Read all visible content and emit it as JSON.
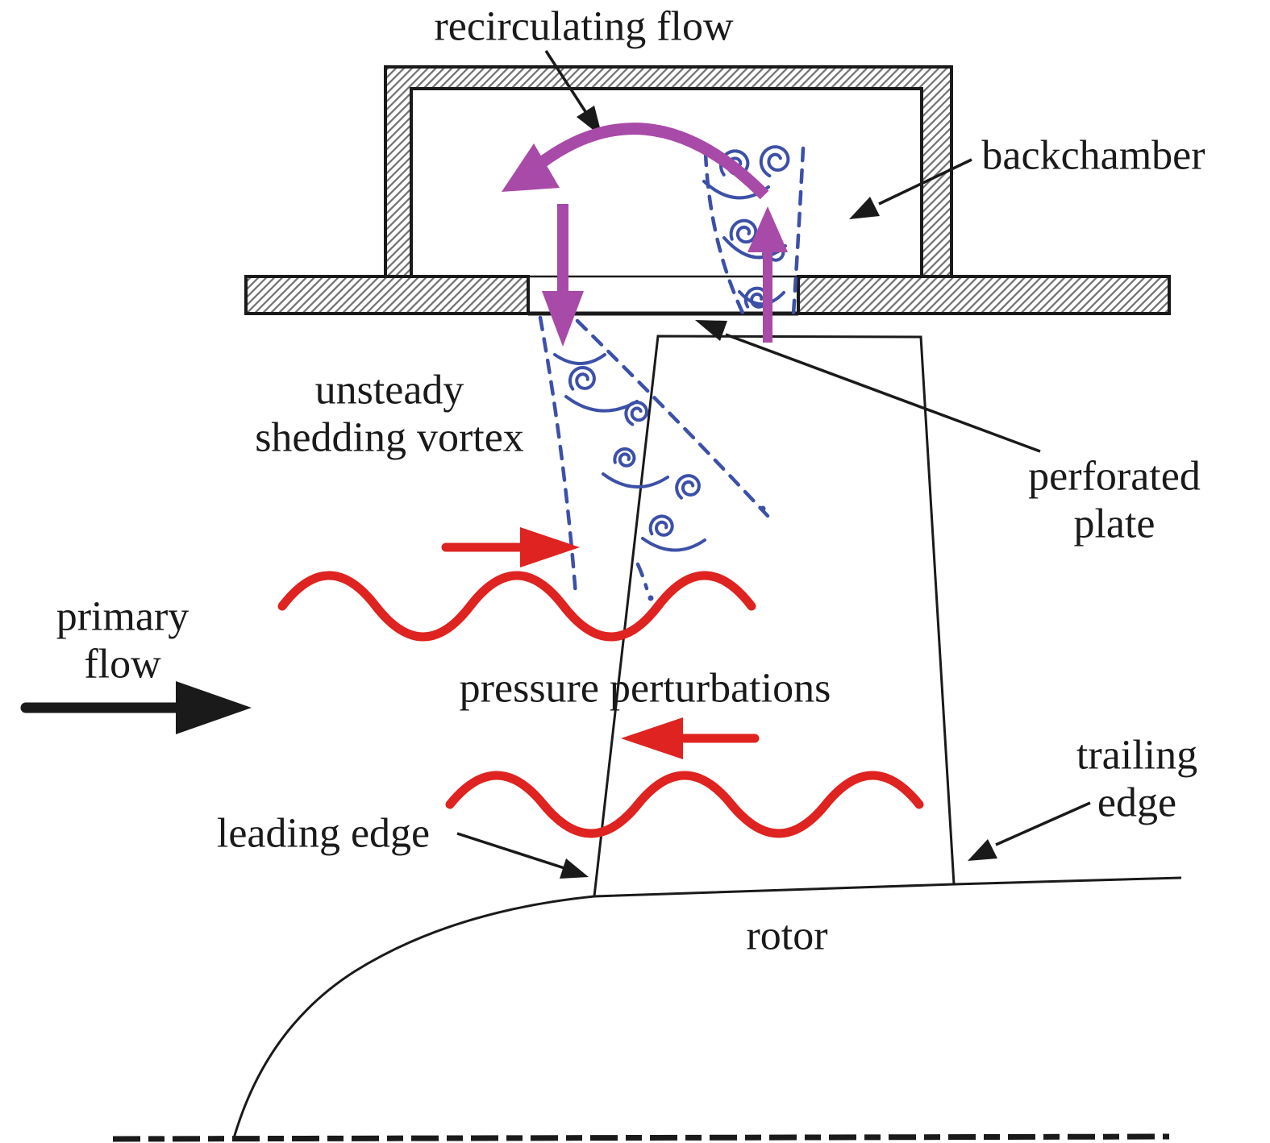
{
  "figure": {
    "kind": "flow-schematic-diagram",
    "labels": {
      "recirculating_flow": "recirculating flow",
      "backchamber": "backchamber",
      "unsteady_shedding_vortex": "unsteady\nshedding vortex",
      "perforated_plate": "perforated\nplate",
      "primary_flow": "primary\nflow",
      "pressure_perturbations": "pressure perturbations",
      "leading_edge": "leading edge",
      "trailing_edge": "trailing edge",
      "rotor": "rotor"
    },
    "colors": {
      "ink": "#1a1a1a",
      "recirculation_purple": "#a84aa8",
      "vortex_blue": "#3d50a8",
      "perturbation_red": "#de2320",
      "hatch_gray": "#6f6f6f"
    },
    "arrows": [
      {
        "name": "primary-flow-arrow",
        "direction": "right",
        "color_key": "ink"
      },
      {
        "name": "recirculating-flow-loop",
        "direction": "counterclockwise-loop",
        "color_key": "recirculation_purple"
      },
      {
        "name": "recirculation-down-arrow",
        "direction": "down",
        "color_key": "recirculation_purple"
      },
      {
        "name": "recirculation-up-arrow",
        "direction": "up",
        "color_key": "recirculation_purple"
      },
      {
        "name": "perturbation-downstream-arrow",
        "direction": "right",
        "color_key": "perturbation_red"
      },
      {
        "name": "perturbation-upstream-arrow",
        "direction": "left",
        "color_key": "perturbation_red"
      }
    ]
  }
}
